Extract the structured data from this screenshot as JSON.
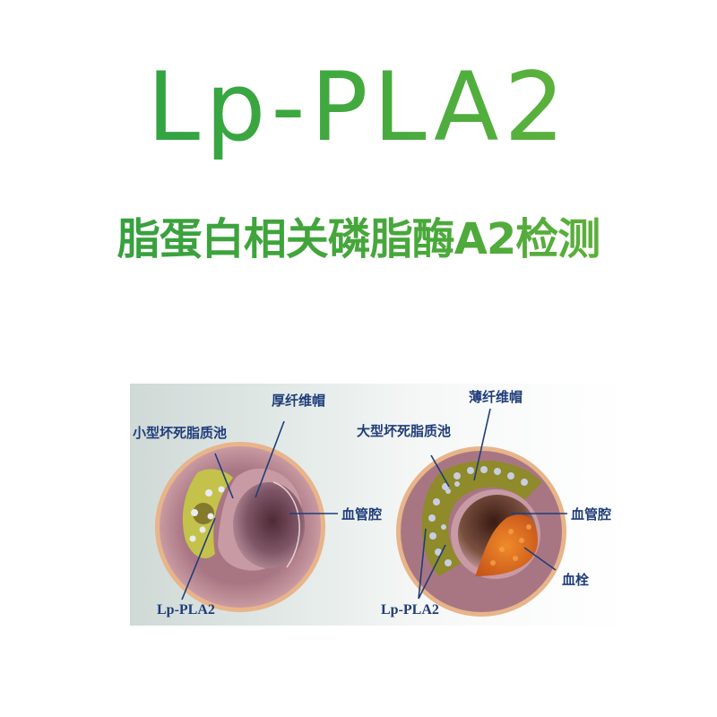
{
  "header": {
    "title": "Lp-PLA2",
    "subtitle": "脂蛋白相关磷脂酶A2检测"
  },
  "illustration": {
    "left_artery": {
      "labels": {
        "thick_fibrous_cap": "厚纤维帽",
        "small_necrotic_lipid_pool": "小型坏死脂质池",
        "vessel_lumen": "血管腔",
        "lp_pla2": "Lp-PLA2"
      }
    },
    "right_artery": {
      "labels": {
        "thin_fibrous_cap": "薄纤维帽",
        "large_necrotic_lipid_pool": "大型坏死脂质池",
        "vessel_lumen": "血管腔",
        "thrombus": "血栓",
        "lp_pla2": "Lp-PLA2"
      }
    }
  },
  "colors": {
    "title_green_start": "#27a046",
    "title_green_end": "#6db83a",
    "label_blue": "#1f3d7a",
    "artery_wall": "#b98a94",
    "artery_outer": "#e8b48a",
    "lipid_pool": "#b8b640",
    "thrombus": "#e2701c"
  }
}
